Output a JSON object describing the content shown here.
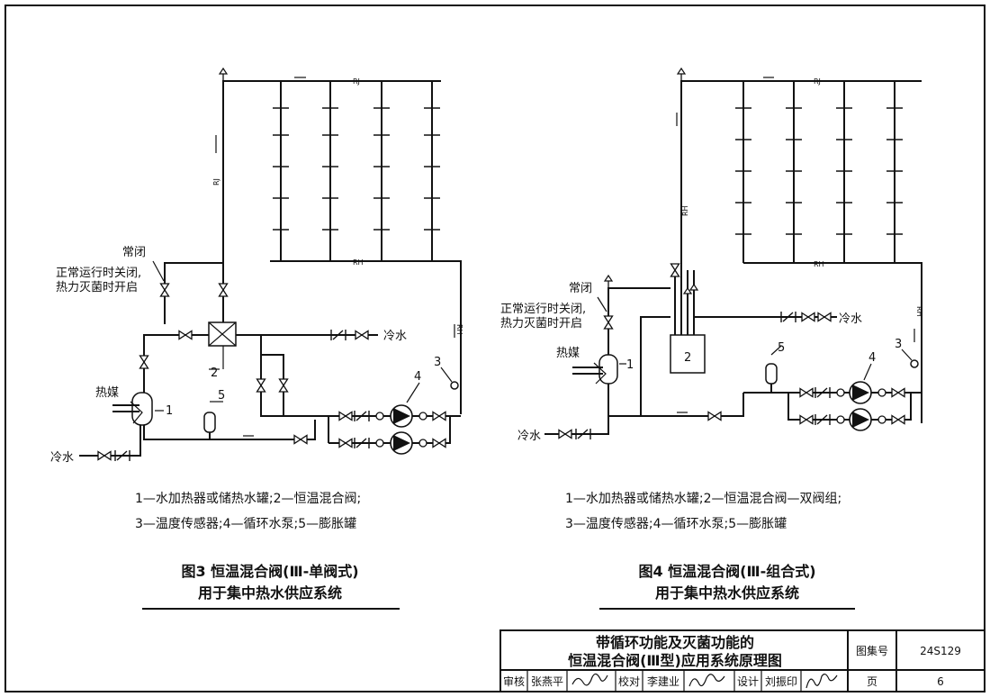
{
  "fig3": {
    "label_normally_closed": "常闭",
    "label_note_line1": "正常运行时关闭,",
    "label_note_line2": "热力灭菌时开启",
    "label_heat_medium": "热媒",
    "label_cold_water_in": "冷水",
    "label_cold_water_out": "冷水",
    "pipe_rj": "RJ",
    "pipe_rh": "RH",
    "num_1": "1",
    "num_2": "2",
    "num_3": "3",
    "num_4": "4",
    "num_5": "5",
    "legend_line1": "1—水加热器或储热水罐;2—恒温混合阀;",
    "legend_line2": "3—温度传感器;4—循环水泵;5—膨胀罐",
    "caption_line1": "图3  恒温混合阀(Ⅲ-单阀式)",
    "caption_line2": "用于集中热水供应系统"
  },
  "fig4": {
    "label_normally_closed": "常闭",
    "label_note_line1": "正常运行时关闭,",
    "label_note_line2": "热力灭菌时开启",
    "label_heat_medium": "热媒",
    "label_cold_water_in": "冷水",
    "label_cold_water_out": "冷水",
    "pipe_rj": "RJ",
    "pipe_rh": "RH",
    "num_1": "1",
    "num_2": "2",
    "num_3": "3",
    "num_4": "4",
    "num_5": "5",
    "legend_line1": "1—水加热器或储热水罐;2—恒温混合阀—双阀组;",
    "legend_line2": "3—温度传感器;4—循环水泵;5—膨胀罐",
    "caption_line1": "图4  恒温混合阀(Ⅲ-组合式)",
    "caption_line2": "用于集中热水供应系统"
  },
  "title_block": {
    "title_line1": "带循环功能及灭菌功能的",
    "title_line2": "恒温混合阀(Ⅲ型)应用系统原理图",
    "atlas_no_label": "图集号",
    "atlas_no": "24S129",
    "page_label": "页",
    "page_no": "6",
    "review_label": "审核",
    "reviewer": "张燕平",
    "check_label": "校对",
    "checker": "李建业",
    "design_label": "设计",
    "designer": "刘振印"
  },
  "icons": {
    "signature": "handwritten-signature",
    "air_vent": "air-vent-icon",
    "valve": "gate-valve-icon",
    "check_valve": "check-valve-icon",
    "pump": "circulation-pump-icon"
  }
}
